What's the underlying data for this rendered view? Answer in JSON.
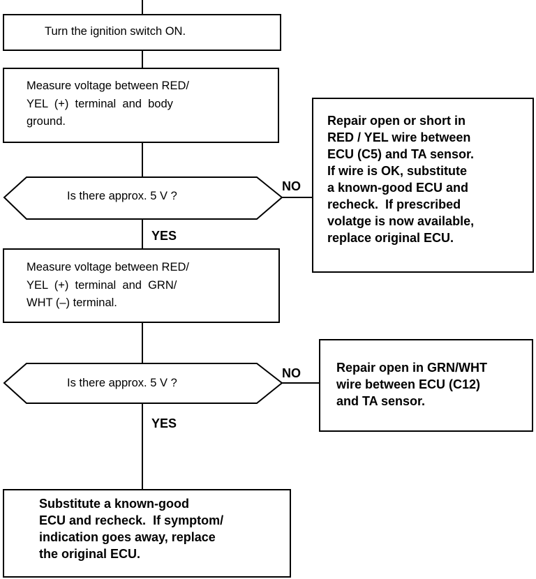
{
  "steps": {
    "ignition": "Turn the ignition switch ON.",
    "measure1": "Measure voltage between RED/\nYEL  (+)  terminal  and  body\nground.",
    "question1": "Is there approx. 5 V ?",
    "repair1": "Repair open or short in\nRED / YEL wire between\nECU (C5) and TA sensor.\nIf wire is OK, substitute\na known-good ECU and\nrecheck.  If prescribed\nvolatge is now available,\nreplace original ECU.",
    "measure2": "Measure voltage between RED/\nYEL  (+)  terminal  and  GRN/\nWHT (–) terminal.",
    "question2": "Is there approx. 5 V ?",
    "repair2": "Repair open in GRN/WHT\nwire between ECU (C12)\nand TA sensor.",
    "substitute": "Substitute a known-good\nECU and recheck.  If symptom/\nindication goes away, replace\nthe original ECU."
  },
  "labels": {
    "no1": "NO",
    "yes1": "YES",
    "no2": "NO",
    "yes2": "YES"
  }
}
